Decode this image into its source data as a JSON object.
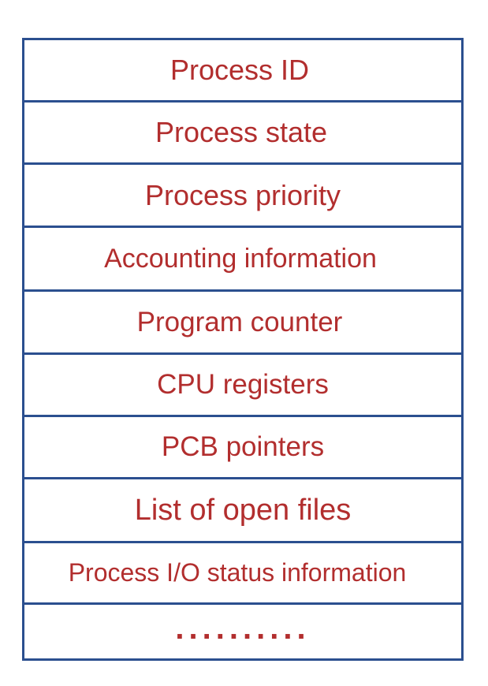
{
  "pcb": {
    "rows": [
      "Process ID",
      "Process state",
      "Process priority",
      "Accounting information",
      "Program counter",
      "CPU registers",
      "PCB pointers",
      "List of open files",
      "Process I/O status information",
      ".........."
    ]
  },
  "colors": {
    "border": "#2b4f8f",
    "text": "#b22e2e",
    "background": "#ffffff"
  }
}
